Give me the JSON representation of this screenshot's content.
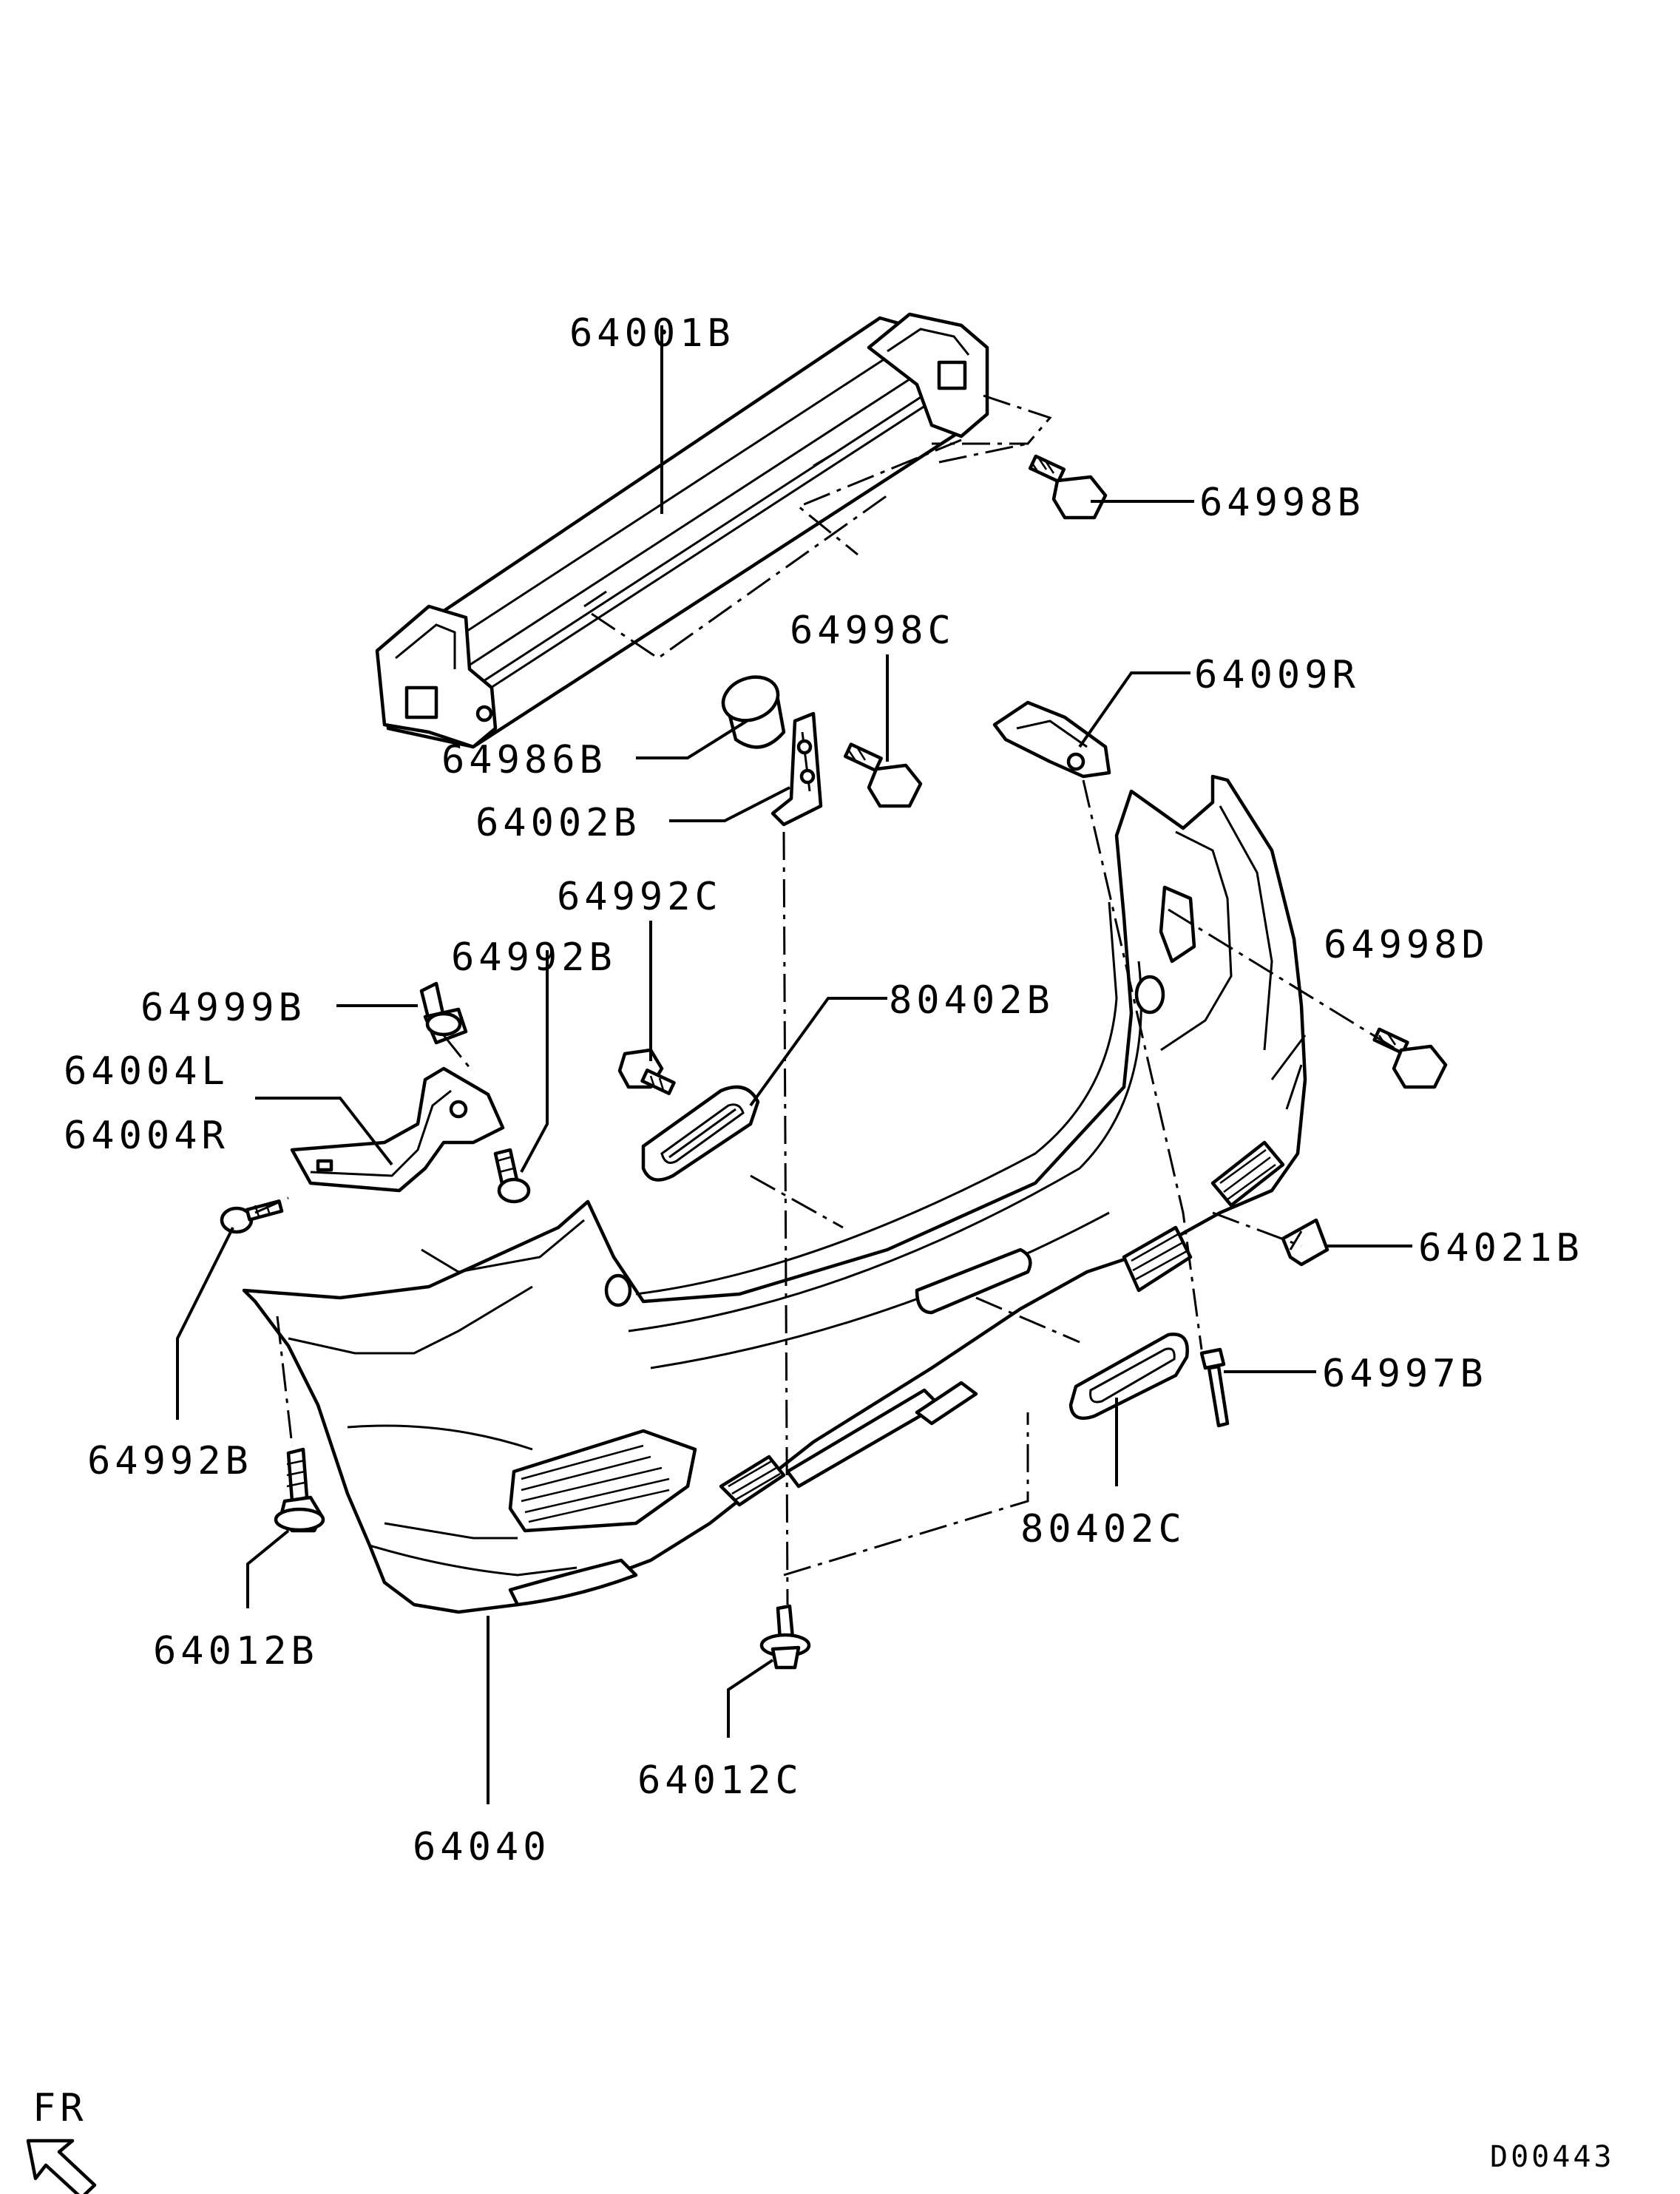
{
  "callouts": [
    {
      "id": "c01",
      "label": "64001B"
    },
    {
      "id": "c02",
      "label": "64998B"
    },
    {
      "id": "c03",
      "label": "64998C"
    },
    {
      "id": "c04",
      "label": "64009R"
    },
    {
      "id": "c05",
      "label": "64986B"
    },
    {
      "id": "c06",
      "label": "64002B"
    },
    {
      "id": "c07",
      "label": "64992C"
    },
    {
      "id": "c08",
      "label": "64998D"
    },
    {
      "id": "c09",
      "label": "64992B"
    },
    {
      "id": "c10",
      "label": "80402B"
    },
    {
      "id": "c11",
      "label": "64999B"
    },
    {
      "id": "c12",
      "label": "64004L"
    },
    {
      "id": "c13",
      "label": "64004R"
    },
    {
      "id": "c14",
      "label": "64021B"
    },
    {
      "id": "c15",
      "label": "64997B"
    },
    {
      "id": "c16",
      "label": "64992B"
    },
    {
      "id": "c17",
      "label": "80402C"
    },
    {
      "id": "c18",
      "label": "64012B"
    },
    {
      "id": "c19",
      "label": "64012C"
    },
    {
      "id": "c20",
      "label": "64040"
    }
  ],
  "orientation": {
    "label": "FR"
  },
  "drawing_code": "D00443"
}
